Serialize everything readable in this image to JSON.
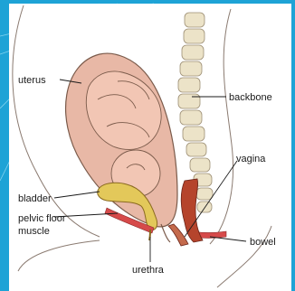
{
  "slide": {
    "background": "#1ea3d6",
    "panel_color": "#ffffff"
  },
  "diagram": {
    "labels": {
      "uterus": "uterus",
      "backbone": "backbone",
      "vagina": "vagina",
      "bladder": "bladder",
      "pelvic_floor_line1": "pelvic floor",
      "pelvic_floor_line2": "muscle",
      "urethra": "urethra",
      "bowel": "bowel"
    },
    "colors": {
      "uterus": "#e8b8a6",
      "fetus": "#f2c6b4",
      "bladder": "#e3c85a",
      "pelvic_floor": "#d64a4a",
      "vagina_bowel": "#b5442c",
      "spine": "#ece3c8",
      "outline": "#7a5a4a"
    }
  }
}
